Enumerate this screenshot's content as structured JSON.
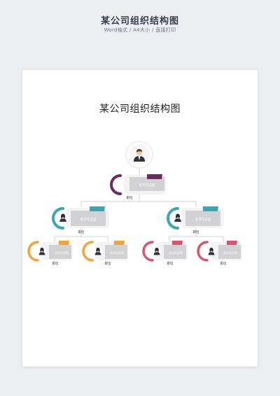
{
  "header": {
    "title": "某公司组织结构图",
    "subtitle": "Word格式 / A4大小 / 直接打印"
  },
  "document": {
    "title": "某公司组织结构图"
  },
  "labels": {
    "name_placeholder": "名字在这里",
    "position": "职位"
  },
  "colors": {
    "purple": "#6a2a62",
    "teal": "#3aa7b3",
    "orange": "#f2a33a",
    "red": "#d9546a",
    "box_gray": "#d2d2d4",
    "line_gray": "#c8c8c8"
  }
}
